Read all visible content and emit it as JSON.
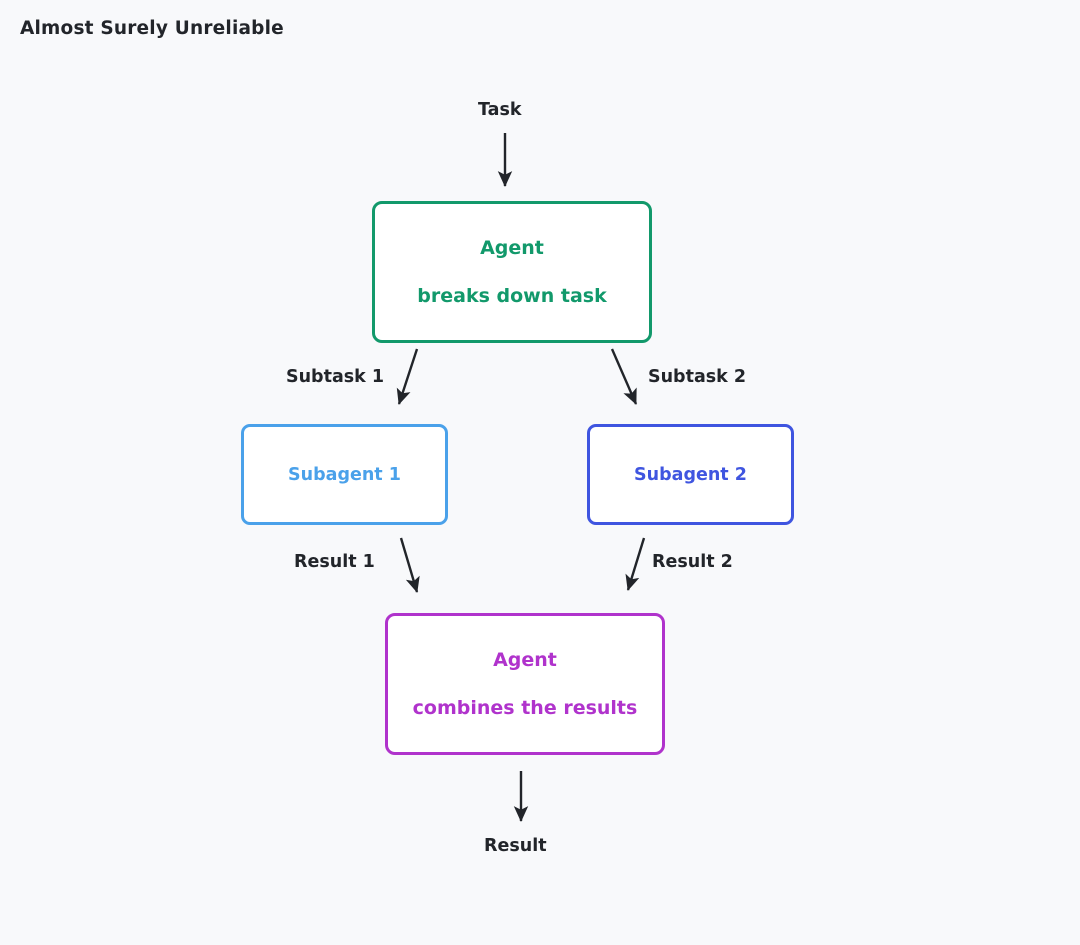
{
  "page": {
    "title": "Almost Surely Unreliable",
    "background_color": "#f8f9fb",
    "text_color": "#22252a"
  },
  "diagram": {
    "type": "flowchart",
    "direction": "top-to-bottom",
    "nodes": [
      {
        "id": "agent-top",
        "lines": [
          "Agent",
          "breaks down task"
        ],
        "color": "#12996b",
        "shape": "rounded-rectangle"
      },
      {
        "id": "subagent-1",
        "lines": [
          "Subagent 1"
        ],
        "color": "#4aa1ea",
        "shape": "rounded-rectangle"
      },
      {
        "id": "subagent-2",
        "lines": [
          "Subagent 2"
        ],
        "color": "#3f55e0",
        "shape": "rounded-rectangle"
      },
      {
        "id": "agent-bottom",
        "lines": [
          "Agent",
          "combines the results"
        ],
        "color": "#b033cc",
        "shape": "rounded-rectangle"
      }
    ],
    "edges": [
      {
        "id": "task",
        "label": "Task",
        "from": "input",
        "to": "agent-top",
        "arrow": "down"
      },
      {
        "id": "subtask-1",
        "label": "Subtask 1",
        "from": "agent-top",
        "to": "subagent-1",
        "arrow": "down-left"
      },
      {
        "id": "subtask-2",
        "label": "Subtask 2",
        "from": "agent-top",
        "to": "subagent-2",
        "arrow": "down-right"
      },
      {
        "id": "result-1",
        "label": "Result 1",
        "from": "subagent-1",
        "to": "agent-bottom",
        "arrow": "down-right"
      },
      {
        "id": "result-2",
        "label": "Result 2",
        "from": "subagent-2",
        "to": "agent-bottom",
        "arrow": "down-left"
      },
      {
        "id": "result-out",
        "label": "Result",
        "from": "agent-bottom",
        "to": "output",
        "arrow": "down"
      }
    ],
    "arrow_color": "#22252a"
  }
}
